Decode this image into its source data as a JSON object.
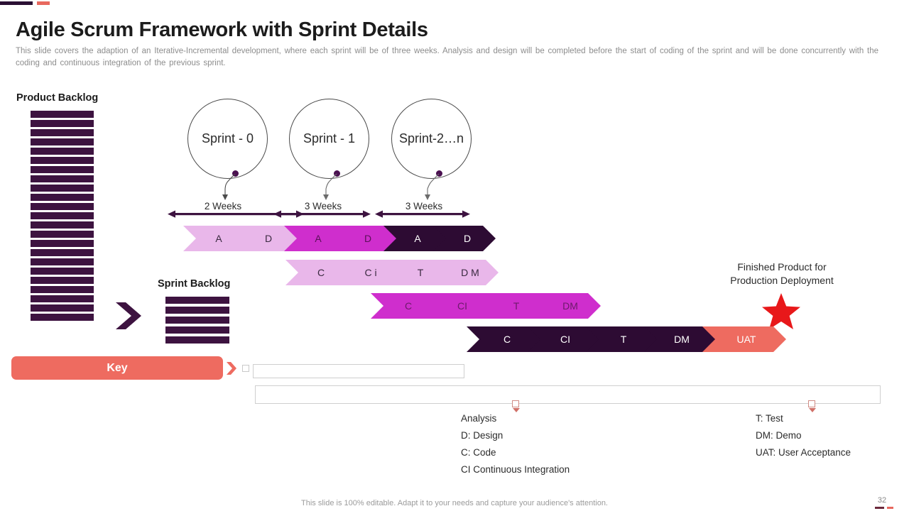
{
  "header": {
    "title": "Agile Scrum Framework with Sprint Details",
    "subtitle": "This slide covers the adaption of an Iterative-Incremental  development,  where  each sprint will be of three weeks. Analysis and design will be completed before  the  start  of coding of the sprint and will be done concurrently with the coding and continuous integration  of the previous  sprint."
  },
  "backlogs": {
    "product_label": "Product Backlog",
    "product_bar_count": 23,
    "sprint_label": "Sprint Backlog",
    "sprint_bar_count": 5
  },
  "sprints": [
    {
      "name": "Sprint - 0",
      "duration": "2 Weeks"
    },
    {
      "name": "Sprint - 1",
      "duration": "3 Weeks"
    },
    {
      "name": "Sprint-2…n",
      "duration": "3 Weeks"
    }
  ],
  "process_rows": [
    {
      "row": 1,
      "chips": [
        {
          "label": "A",
          "color": "#e9b7ea",
          "text_color": "#3a2a40"
        },
        {
          "label": "D",
          "color": "#e9b7ea",
          "text_color": "#3a2a40"
        },
        {
          "label": "A",
          "color": "#cf2ecd",
          "text_color": "#5a0f58"
        },
        {
          "label": "D",
          "color": "#cf2ecd",
          "text_color": "#5a0f58"
        },
        {
          "label": "A",
          "color": "#2d0b33",
          "text_color": "#ffffff"
        },
        {
          "label": "D",
          "color": "#2d0b33",
          "text_color": "#ffffff"
        }
      ]
    },
    {
      "row": 2,
      "chips": [
        {
          "label": "C",
          "color": "#e9b7ea",
          "text_color": "#3a2a40"
        },
        {
          "label": "C i",
          "color": "#e9b7ea",
          "text_color": "#3a2a40"
        },
        {
          "label": "T",
          "color": "#e9b7ea",
          "text_color": "#3a2a40"
        },
        {
          "label": "D M",
          "color": "#e9b7ea",
          "text_color": "#3a2a40"
        }
      ]
    },
    {
      "row": 3,
      "chips": [
        {
          "label": "C",
          "color": "#cf2ecd",
          "text_color": "#6d1a6b"
        },
        {
          "label": "CI",
          "color": "#cf2ecd",
          "text_color": "#6d1a6b"
        },
        {
          "label": "T",
          "color": "#cf2ecd",
          "text_color": "#6d1a6b"
        },
        {
          "label": "DM",
          "color": "#cf2ecd",
          "text_color": "#6d1a6b"
        }
      ]
    },
    {
      "row": 4,
      "chips": [
        {
          "label": "C",
          "color": "#2d0b33",
          "text_color": "#ffffff"
        },
        {
          "label": "CI",
          "color": "#2d0b33",
          "text_color": "#ffffff"
        },
        {
          "label": "T",
          "color": "#2d0b33",
          "text_color": "#ffffff"
        },
        {
          "label": "DM",
          "color": "#2d0b33",
          "text_color": "#ffffff"
        },
        {
          "label": "UAT",
          "color": "#ee6b60",
          "text_color": "#ffffff"
        }
      ]
    }
  ],
  "finished_product": {
    "line1": "Finished Product for",
    "line2": "Production Deployment",
    "star_color": "#e8181a"
  },
  "key": {
    "button_label": "Key",
    "button_color": "#ee6b60",
    "legend_left": [
      "Analysis",
      "D: Design",
      "C: Code",
      "CI Continuous Integration"
    ],
    "legend_right": [
      "T: Test",
      "DM: Demo",
      "UAT: User Acceptance"
    ]
  },
  "footer": {
    "note": "This slide is 100% editable. Adapt it to your needs and capture your audience's attention.",
    "page_number": "32"
  },
  "theme": {
    "dark_purple": "#2d0b33",
    "magenta": "#cf2ecd",
    "light_pink": "#e9b7ea",
    "accent_red": "#ee6b60",
    "backlog_bar": "#3d1340"
  }
}
